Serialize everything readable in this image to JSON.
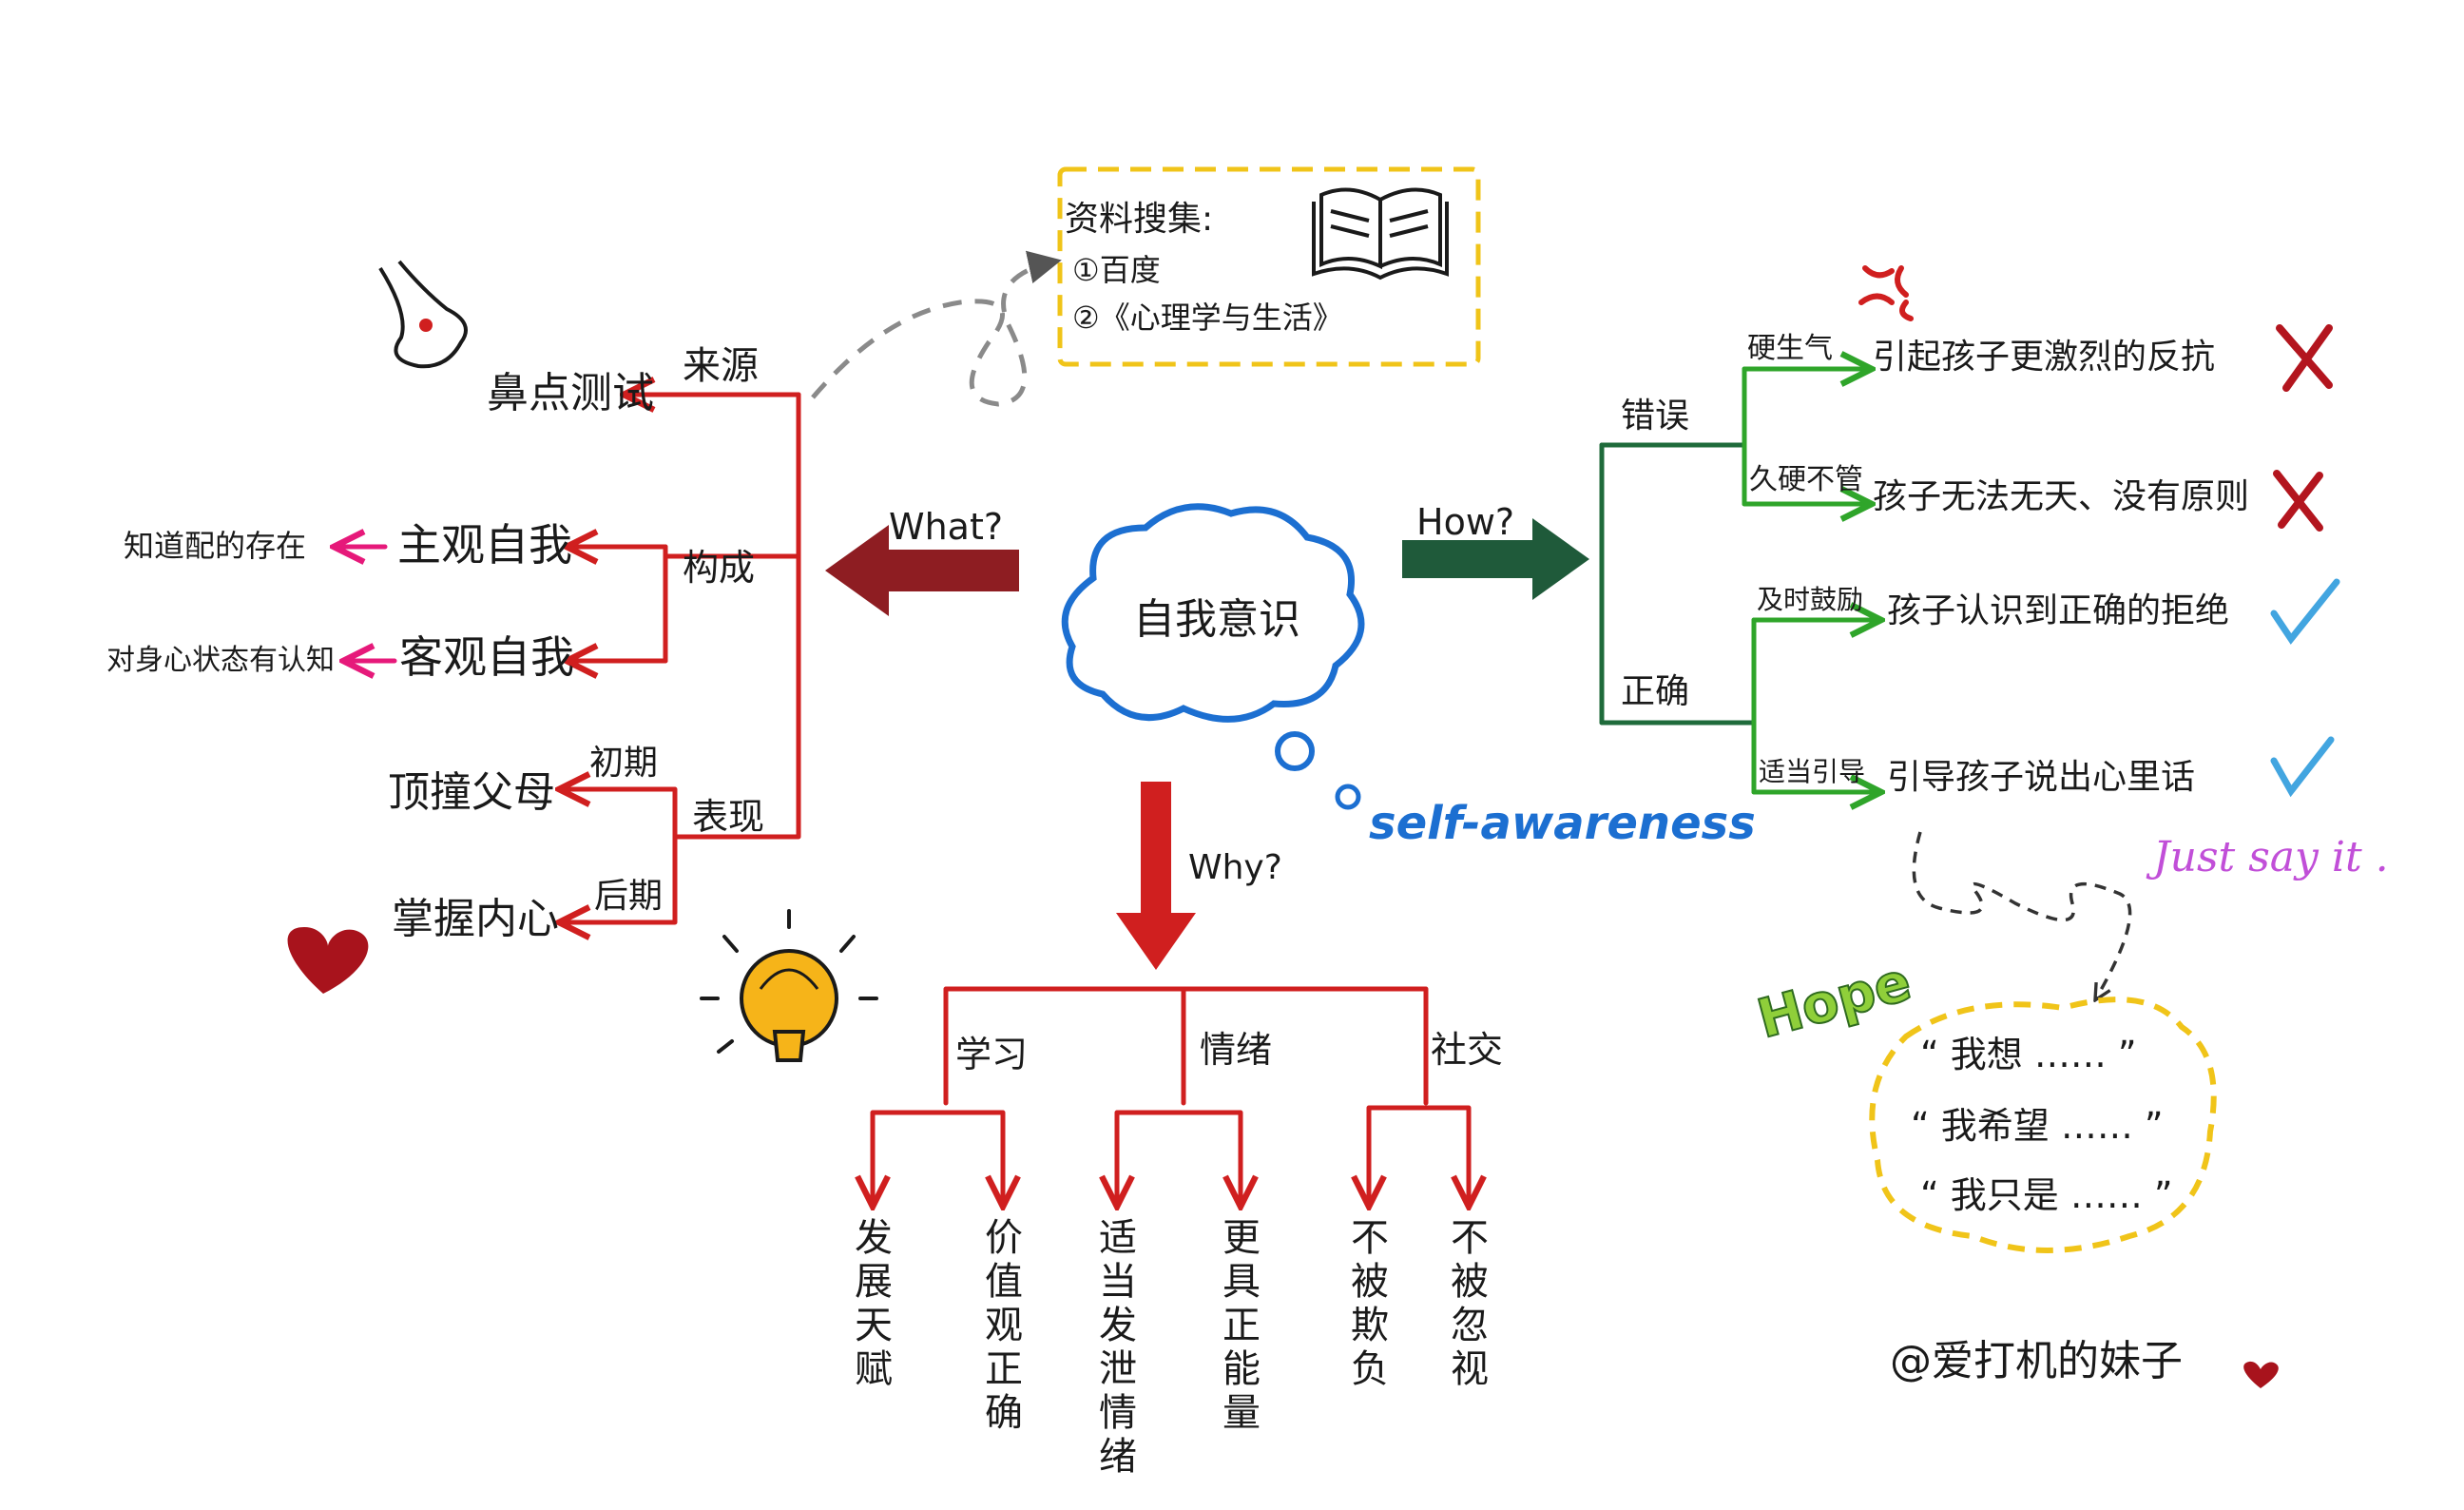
{
  "colors": {
    "red": "#d01f1f",
    "pink": "#e6197a",
    "green": "#2fa52a",
    "dark_green": "#1f6b3b",
    "blue": "#1c6fd1",
    "light_blue": "#42a5e0",
    "yellow": "#f0c419",
    "purple": "#c14fd8",
    "gray": "#8a8a8a"
  },
  "center": {
    "title": "自我意识",
    "subtitle": "self-awareness"
  },
  "research": {
    "title": "资料搜集:",
    "item1": "①百度",
    "item2": "②《心理学与生活》"
  },
  "what": {
    "label": "What?",
    "source": {
      "label": "来源",
      "item": "鼻点测试"
    },
    "composition": {
      "label": "构成",
      "subjective": {
        "label": "主观自我",
        "desc": "知道配的存在"
      },
      "objective": {
        "label": "客观自我",
        "desc": "对身心状态有认知"
      }
    },
    "expression": {
      "label": "表现",
      "early": {
        "label": "初期",
        "item": "顶撞父母"
      },
      "later": {
        "label": "后期",
        "item": "掌握内心"
      }
    }
  },
  "why": {
    "label": "Why?",
    "groups": [
      {
        "label": "学习",
        "items": [
          "发展天赋",
          "价值观正确"
        ]
      },
      {
        "label": "情绪",
        "items": [
          "适当发泄情绪",
          "更具正能量"
        ]
      },
      {
        "label": "社交",
        "items": [
          "不被欺负",
          "不被忽视"
        ]
      }
    ]
  },
  "how": {
    "label": "How?",
    "wrong": {
      "label": "错误",
      "items": [
        {
          "label": "硬生气",
          "result": "引起孩子更激烈的反抗",
          "mark": "✗"
        },
        {
          "label": "久硬不管",
          "result": "孩子无法无天、没有原则",
          "mark": "✗"
        }
      ]
    },
    "right": {
      "label": "正确",
      "items": [
        {
          "label": "及时鼓励",
          "result": "孩子认识到正确的拒绝",
          "mark": "✓"
        },
        {
          "label": "适当引导",
          "result": "引导孩子说出心里话",
          "mark": "✓"
        }
      ]
    }
  },
  "hope": {
    "label": "Hope",
    "just_say": "Just say it .",
    "phrases": [
      "“ 我想 …… ”",
      "“ 我希望 …… ”",
      "“ 我只是 …… ”"
    ]
  },
  "signature": "@爱打机的妹子"
}
